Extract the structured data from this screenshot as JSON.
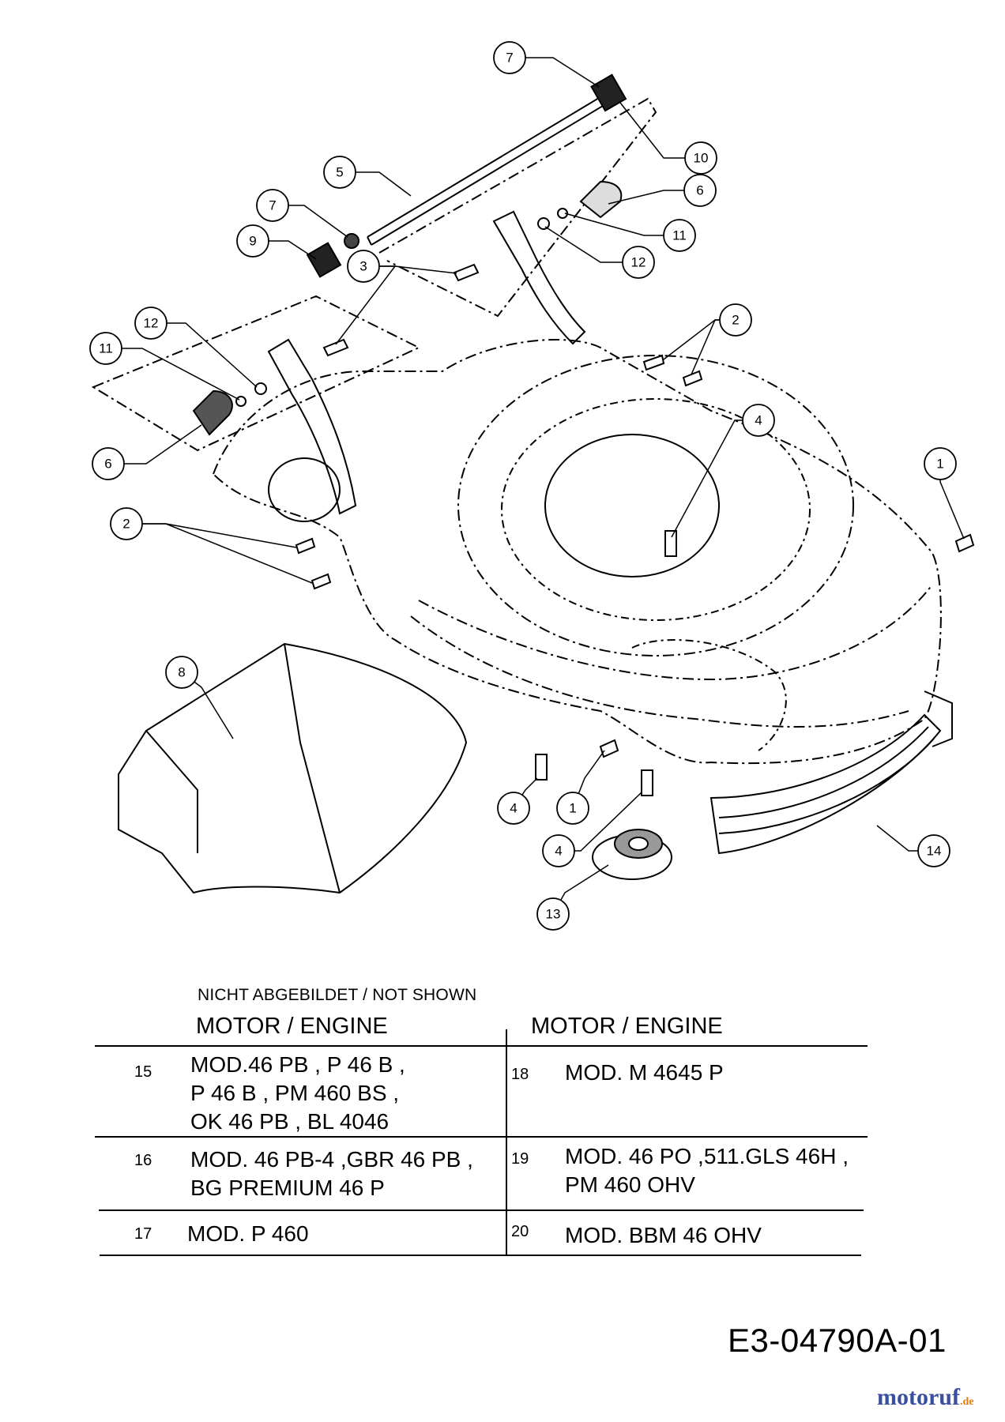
{
  "diagram": {
    "callouts": [
      {
        "id": "c7a",
        "label": "7"
      },
      {
        "id": "c10",
        "label": "10"
      },
      {
        "id": "c5",
        "label": "5"
      },
      {
        "id": "c6a",
        "label": "6"
      },
      {
        "id": "c7b",
        "label": "7"
      },
      {
        "id": "c11a",
        "label": "11"
      },
      {
        "id": "c9",
        "label": "9"
      },
      {
        "id": "c3",
        "label": "3"
      },
      {
        "id": "c12a",
        "label": "12"
      },
      {
        "id": "c12b",
        "label": "12"
      },
      {
        "id": "c2a",
        "label": "2"
      },
      {
        "id": "c11b",
        "label": "11"
      },
      {
        "id": "c4a",
        "label": "4"
      },
      {
        "id": "c1a",
        "label": "1"
      },
      {
        "id": "c6b",
        "label": "6"
      },
      {
        "id": "c2b",
        "label": "2"
      },
      {
        "id": "c8",
        "label": "8"
      },
      {
        "id": "c4b",
        "label": "4"
      },
      {
        "id": "c1b",
        "label": "1"
      },
      {
        "id": "c4c",
        "label": "4"
      },
      {
        "id": "c14",
        "label": "14"
      },
      {
        "id": "c13",
        "label": "13"
      }
    ]
  },
  "not_shown_label": "NICHT ABGEBILDET / NOT SHOWN",
  "table": {
    "left_heading": "MOTOR / ENGINE",
    "right_heading": "MOTOR / ENGINE",
    "left_rows": [
      {
        "num": "15",
        "text": "MOD.46 PB , P 46 B ,\nP 46 B , PM 460 BS ,\nOK 46 PB , BL 4046"
      },
      {
        "num": "16",
        "text": "MOD. 46 PB-4 ,GBR 46 PB ,\nBG PREMIUM 46 P"
      },
      {
        "num": "17",
        "text": "MOD. P 460"
      }
    ],
    "right_rows": [
      {
        "num": "18",
        "text": "MOD. M 4645 P"
      },
      {
        "num": "19",
        "text": "MOD. 46 PO ,511.GLS 46H ,\nPM 460 OHV"
      },
      {
        "num": "20",
        "text": "MOD. BBM 46 OHV"
      }
    ]
  },
  "drawing_code": "E3-04790A-01",
  "watermark": {
    "name": "motoruf",
    "tld": ".de"
  }
}
